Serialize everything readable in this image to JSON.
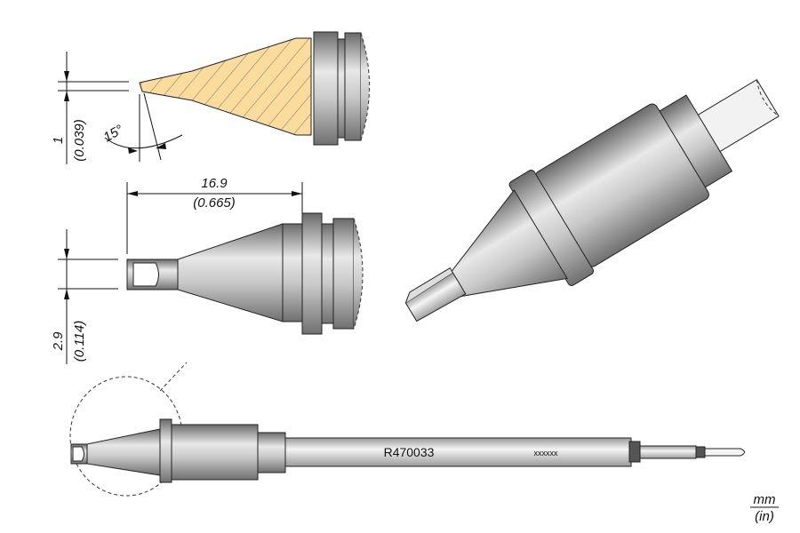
{
  "drawing": {
    "angle_view": {
      "angle_label": "15°",
      "thickness_mm": "1",
      "thickness_in": "(0.039)"
    },
    "side_view": {
      "length_mm": "16.9",
      "length_in": "(0.665)",
      "width_mm": "2.9",
      "width_in": "(0.114)"
    },
    "full_view": {
      "part_number": "R470033",
      "code": "xxxxxx"
    },
    "units": {
      "primary": "mm",
      "secondary": "(in)"
    }
  },
  "colors": {
    "section_fill": "#fbdc9c",
    "metal_dark": "#6d6d6d",
    "metal_light": "#e6e6e6",
    "band": "#555555"
  }
}
